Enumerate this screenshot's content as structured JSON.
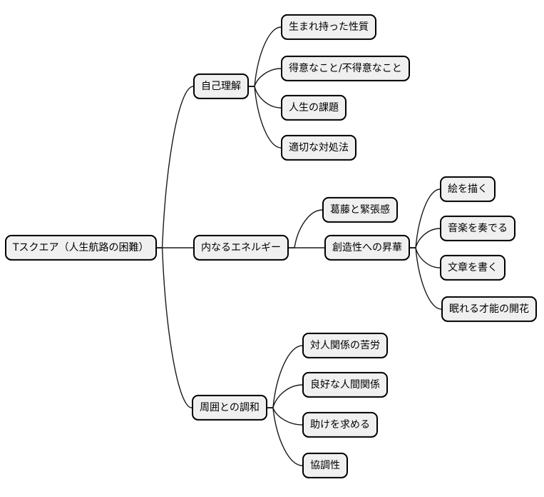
{
  "diagram": {
    "type": "mindmap",
    "orientation": "left-to-right",
    "root": {
      "label": "Tスクエア（人生航路の困難）"
    },
    "branches": [
      {
        "label": "自己理解",
        "children": [
          {
            "label": "生まれ持った性質"
          },
          {
            "label": "得意なこと/不得意なこと"
          },
          {
            "label": "人生の課題"
          },
          {
            "label": "適切な対処法"
          }
        ]
      },
      {
        "label": "内なるエネルギー",
        "children": [
          {
            "label": "葛藤と緊張感"
          },
          {
            "label": "創造性への昇華",
            "children": [
              {
                "label": "絵を描く"
              },
              {
                "label": "音楽を奏でる"
              },
              {
                "label": "文章を書く"
              },
              {
                "label": "眠れる才能の開花"
              }
            ]
          }
        ]
      },
      {
        "label": "周囲との調和",
        "children": [
          {
            "label": "対人関係の苦労"
          },
          {
            "label": "良好な人間関係"
          },
          {
            "label": "助けを求める"
          },
          {
            "label": "協調性"
          }
        ]
      }
    ],
    "style": {
      "background": "#ffffff",
      "node_fill": "#f0f0f0",
      "node_border": "#000000",
      "line_color": "#1a1a1a"
    }
  }
}
